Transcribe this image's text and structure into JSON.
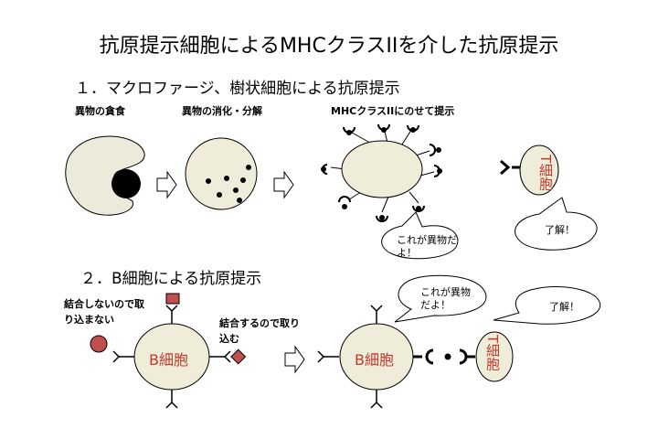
{
  "title": "抗原提示細胞によるMHCクラスIIを介した抗原提示",
  "section1": {
    "heading": "１．マクロファージ、樹状細胞による抗原提示",
    "captions": {
      "phagocytosis": "異物の貪食",
      "digestion": "異物の消化・分解",
      "presentation": "MHCクラスIIにのせて提示"
    },
    "speech_cell": "これが異物だよ！",
    "speech_t": "了解！",
    "t_cell_label": "T細胞"
  },
  "section2": {
    "heading": "２．B細胞による抗原提示",
    "note_no_bind": "結合しないので取り込まない",
    "note_bind": "結合するので取り込む",
    "b_cell_label": "B細胞",
    "speech_cell": "これが異物だよ！",
    "speech_t": "了解！",
    "t_cell_label": "T細胞"
  },
  "colors": {
    "cell_fill": "#efedd9",
    "macrophage_fill": "#eceadb",
    "antigen_red": "#c0504d",
    "label_red": "#c0392b"
  }
}
